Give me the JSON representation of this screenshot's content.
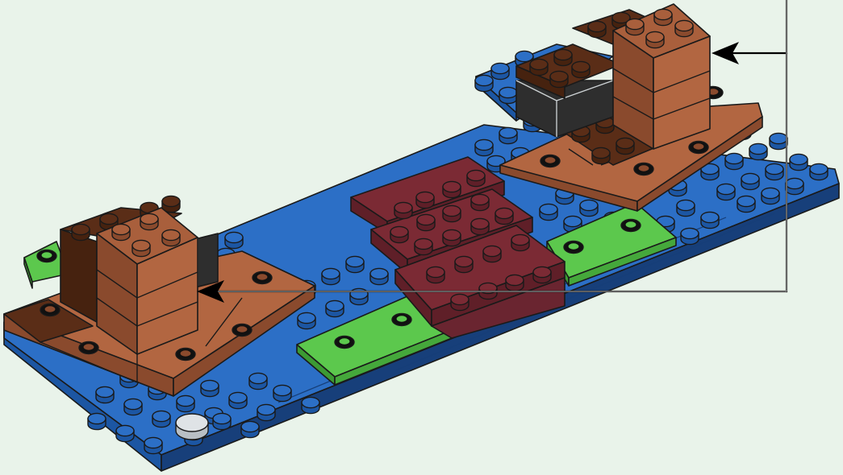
{
  "instruction": {
    "kind": "LEGO assembly step",
    "arrow_style": "callout bracket with two arrowheads",
    "callout_targets": [
      "left-tower-face",
      "right-tower-face"
    ]
  },
  "colors": {
    "background": "#e9f3ea",
    "outline": "#1a1a1a",
    "blue_top": "#2c6fc6",
    "blue_side": "#1c56a3",
    "blue_dark": "#173f7a",
    "green_top": "#5cc84d",
    "green_side": "#3c9a33",
    "brown_top": "#a95f3c",
    "brown_side": "#8a4a2d",
    "brown_light": "#b26641",
    "darkbrown_top": "#5a2d17",
    "darkbrown_side": "#46220f",
    "maroon_top": "#7b2a34",
    "maroon_side": "#5f1f28",
    "black_side": "#2e2e2e",
    "white_stud": "#dfe3e6",
    "arrow": "#000000"
  },
  "parts": {
    "baseplate_color": "blue",
    "left_tower_color": "medium brown",
    "right_tower_color": "medium brown",
    "stairs_color": "dark red",
    "tiles_color": "bright green",
    "round_tile_color": "white"
  }
}
